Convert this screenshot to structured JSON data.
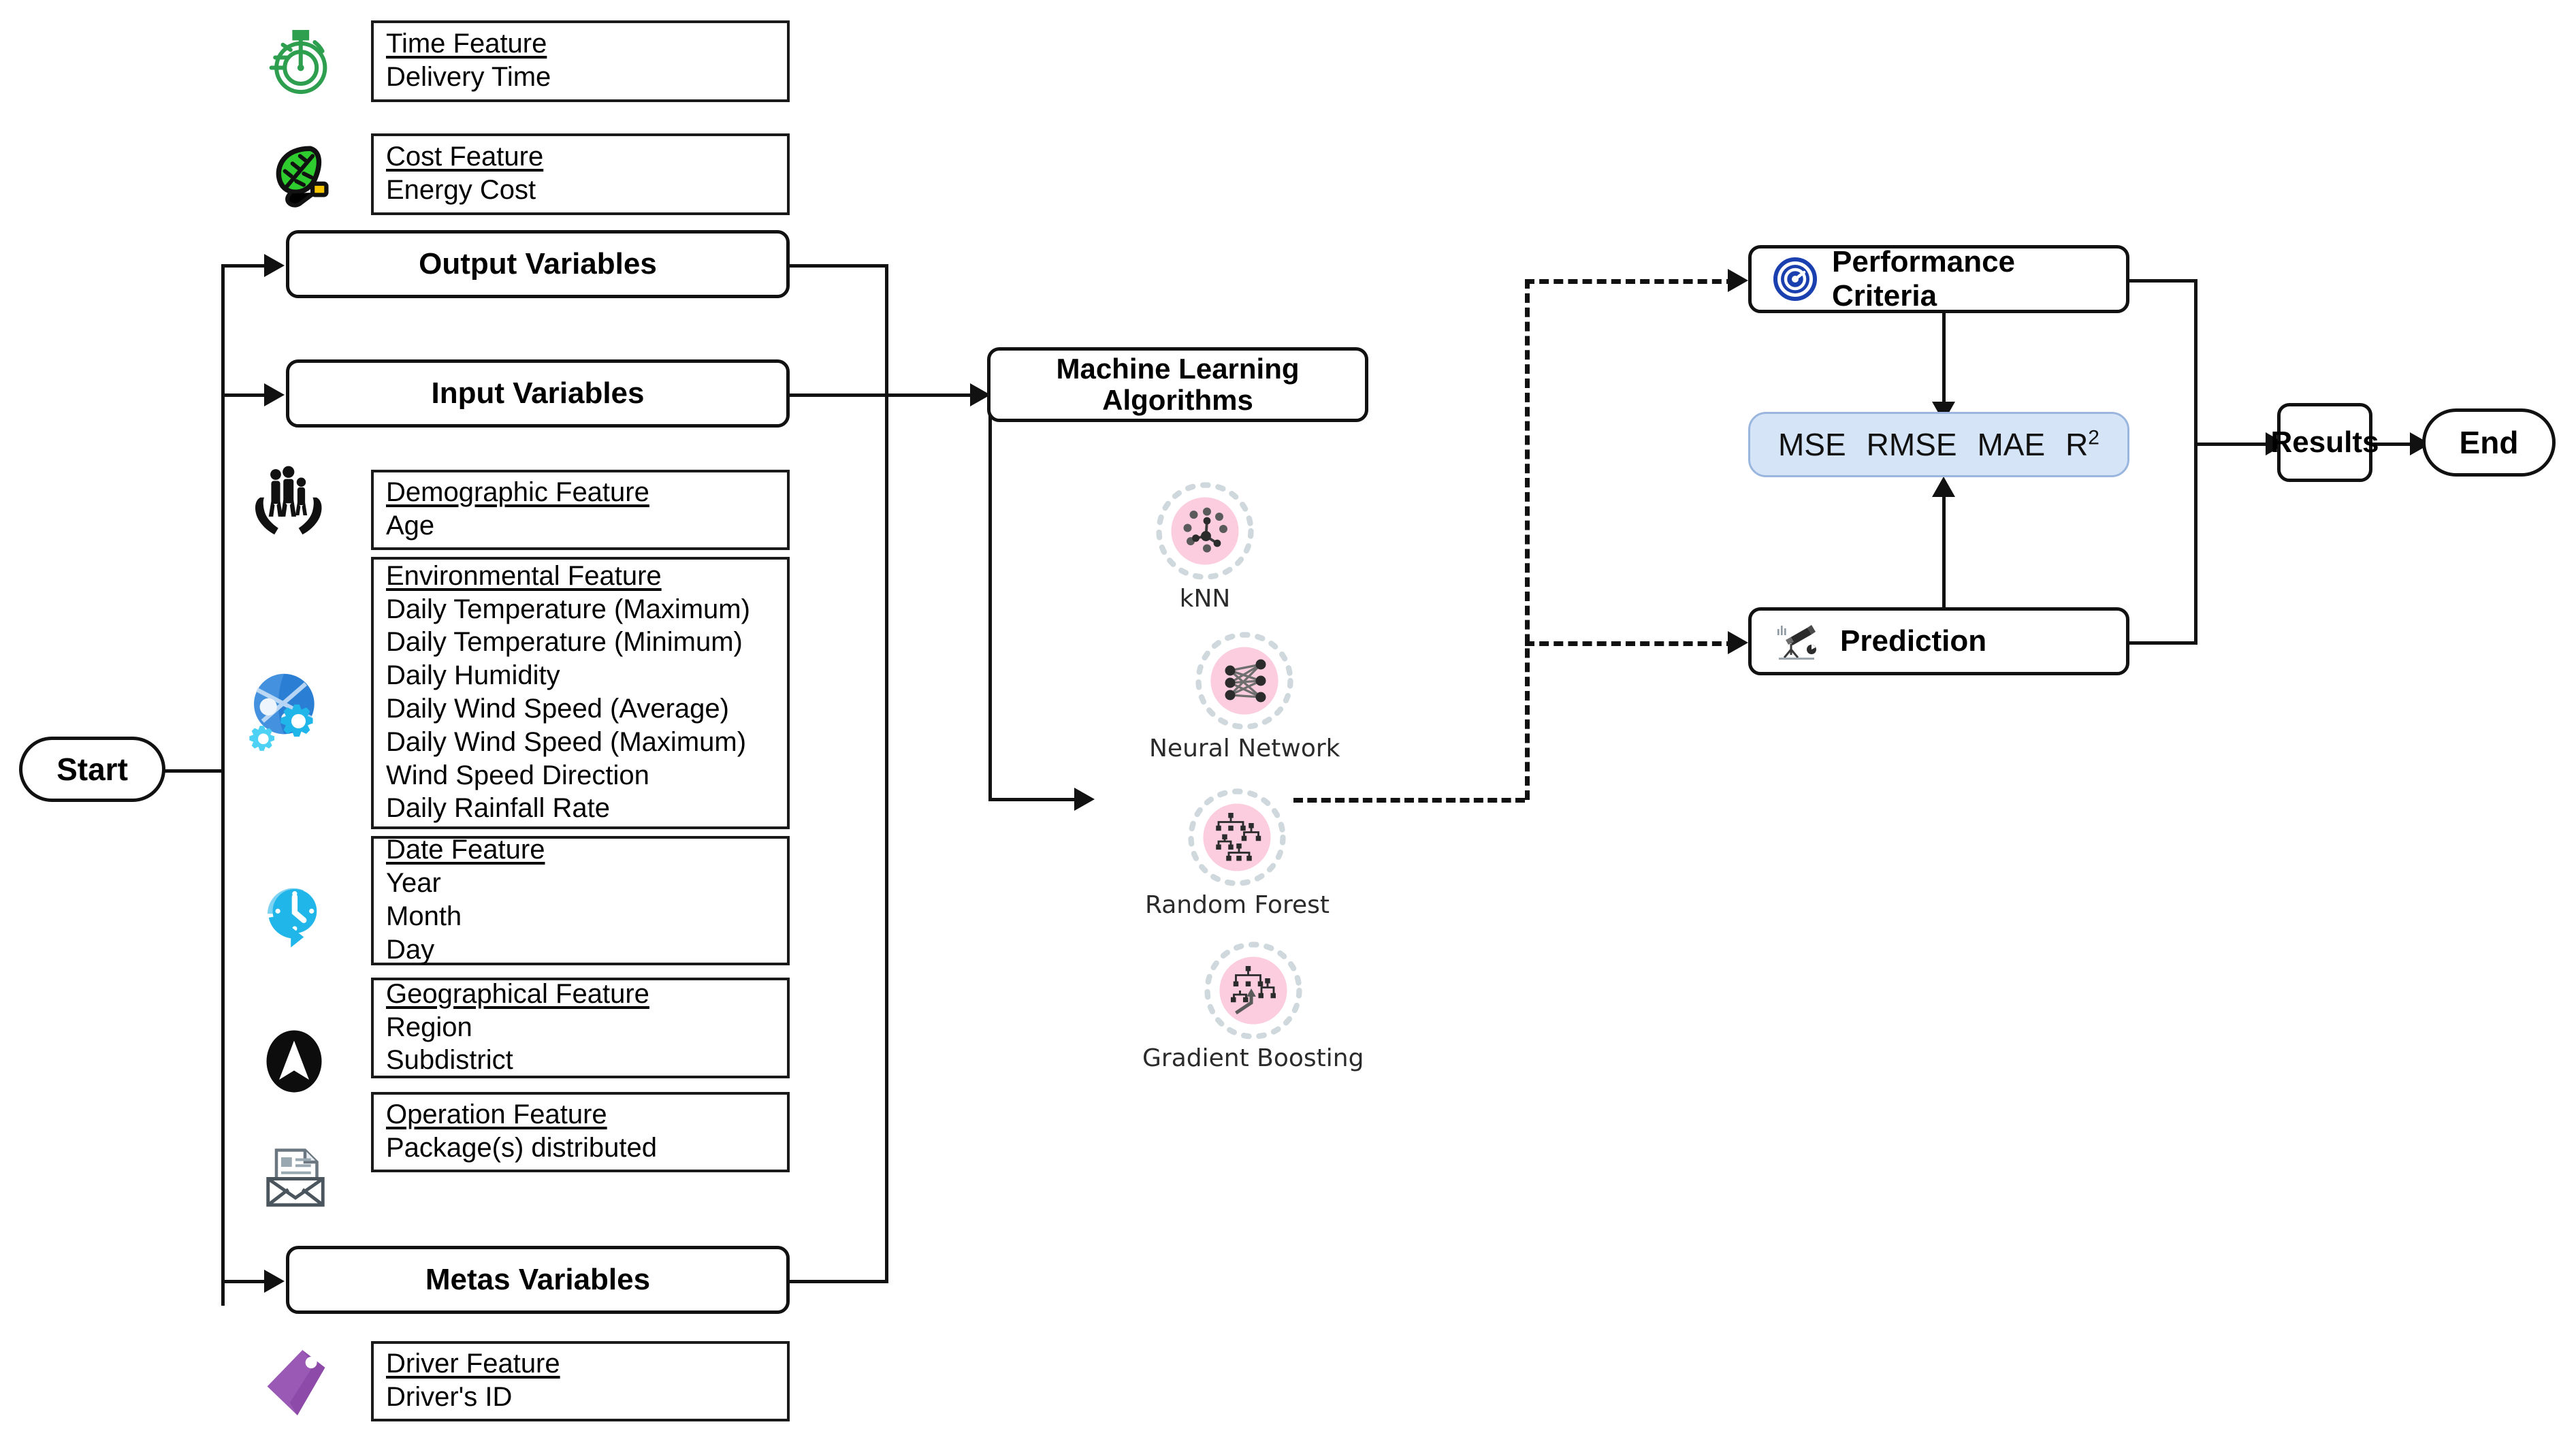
{
  "flow": {
    "start_label": "Start",
    "end_label": "End",
    "results_label": "Results",
    "output_variables_label": "Output Variables",
    "input_variables_label": "Input Variables",
    "metas_variables_label": "Metas Variables",
    "ml_label_line1": "Machine Learning",
    "ml_label_line2": "Algorithms",
    "performance_label": "Performance Criteria",
    "prediction_label": "Prediction"
  },
  "metrics": {
    "items": [
      {
        "text": "MSE",
        "sup": ""
      },
      {
        "text": "RMSE",
        "sup": ""
      },
      {
        "text": "MAE",
        "sup": ""
      },
      {
        "text": "R",
        "sup": "2"
      }
    ]
  },
  "features": {
    "time": {
      "icon": "stopwatch-icon",
      "title": "Time Feature",
      "lines": [
        "Delivery Time"
      ]
    },
    "cost": {
      "icon": "leaf-plug-icon",
      "title": "Cost Feature",
      "lines": [
        "Energy Cost"
      ]
    },
    "demographic": {
      "icon": "family-in-hands-icon",
      "title": "Demographic Feature",
      "lines": [
        "Age"
      ]
    },
    "environmental": {
      "icon": "globe-gears-icon",
      "title": "Environmental Feature",
      "lines": [
        "Daily Temperature (Maximum)",
        "Daily Temperature (Minimum)",
        "Daily Humidity",
        "Daily Wind Speed (Average)",
        "Daily Wind Speed (Maximum)",
        "Wind Speed Direction",
        "Daily Rainfall Rate"
      ]
    },
    "date": {
      "icon": "clock-refresh-icon",
      "title": "Date Feature",
      "lines": [
        "Year",
        "Month",
        "Day"
      ]
    },
    "geographical": {
      "icon": "navigation-arrow-icon",
      "title": "Geographical Feature",
      "lines": [
        "Region",
        "Subdistrict"
      ]
    },
    "operation": {
      "icon": "envelope-document-icon",
      "title": "Operation Feature",
      "lines": [
        "Package(s) distributed"
      ]
    },
    "driver": {
      "icon": "purple-tag-icon",
      "title": "Driver Feature",
      "lines": [
        "Driver's ID"
      ]
    }
  },
  "ml_algorithms": [
    {
      "label": "kNN",
      "icon": "knn-cluster-icon"
    },
    {
      "label": "Neural Network",
      "icon": "neural-network-icon"
    },
    {
      "label": "Random Forest",
      "icon": "random-forest-icon"
    },
    {
      "label": "Gradient Boosting",
      "icon": "gradient-boosting-icon"
    }
  ],
  "icons": {
    "performance": "speedometer-icon",
    "prediction": "telescope-icon"
  },
  "colors": {
    "stroke": "#111111",
    "metrics_fill": "#d6e4f7",
    "metrics_stroke": "#9ab6de",
    "ml_circle_fill": "#f9c2d6",
    "ml_dash_ring": "#cfd8dc",
    "time_icon": "#2e9e4f",
    "cost_icon": "#2ecc2e",
    "date_icon": "#21b6ea",
    "env_icon": "#2a7fd4",
    "driver_icon": "#9b59b6",
    "performance_icon": "#1a3fae"
  }
}
